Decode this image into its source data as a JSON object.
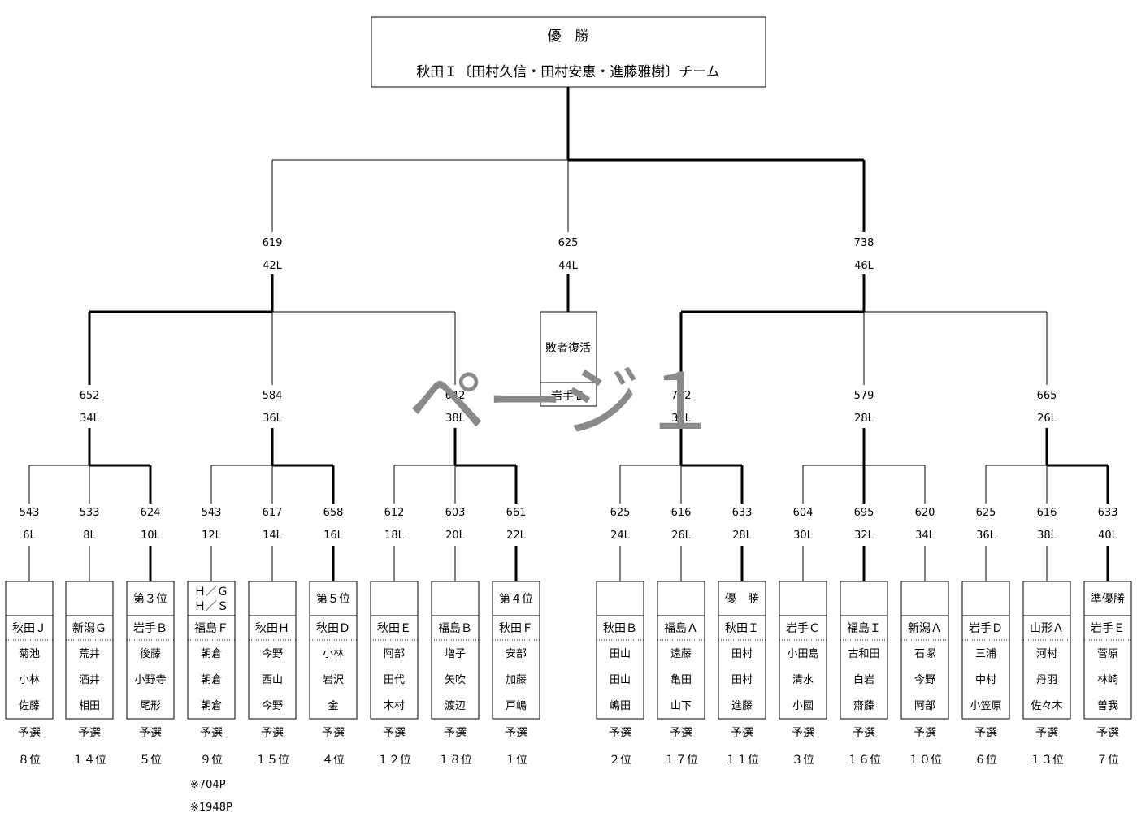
{
  "champion": {
    "title": "優　勝",
    "team": "秋田Ｉ〔田村久信・田村安恵・進藤雅樹〕チーム"
  },
  "final_matches": [
    {
      "score": "619",
      "lane": "42L"
    },
    {
      "score": "625",
      "lane": "44L"
    },
    {
      "score": "738",
      "lane": "46L"
    }
  ],
  "revival": {
    "label": "敗者復活",
    "team": "岩手Ｅ"
  },
  "semi_matches": [
    {
      "score": "652",
      "lane": "34L"
    },
    {
      "score": "584",
      "lane": "36L"
    },
    {
      "score": "642",
      "lane": "38L"
    },
    {
      "score": "772",
      "lane": "30L"
    },
    {
      "score": "579",
      "lane": "28L"
    },
    {
      "score": "665",
      "lane": "26L"
    }
  ],
  "teams": [
    {
      "score": "543",
      "lane": "6L",
      "title": "",
      "name": "秋田Ｊ",
      "members": [
        "菊池",
        "小林",
        "佐藤"
      ],
      "qual_label": "予選",
      "qual_rank": "８位"
    },
    {
      "score": "533",
      "lane": "8L",
      "title": "",
      "name": "新潟Ｇ",
      "members": [
        "荒井",
        "酒井",
        "相田"
      ],
      "qual_label": "予選",
      "qual_rank": "１４位"
    },
    {
      "score": "624",
      "lane": "10L",
      "title": "第３位",
      "name": "岩手Ｂ",
      "members": [
        "後藤",
        "小野寺",
        "尾形"
      ],
      "qual_label": "予選",
      "qual_rank": "５位"
    },
    {
      "score": "543",
      "lane": "12L",
      "title": "Ｈ／Ｇ|Ｈ／Ｓ",
      "name": "福島Ｆ",
      "members": [
        "朝倉",
        "朝倉",
        "朝倉"
      ],
      "qual_label": "予選",
      "qual_rank": "９位"
    },
    {
      "score": "617",
      "lane": "14L",
      "title": "",
      "name": "秋田Ｈ",
      "members": [
        "今野",
        "西山",
        "今野"
      ],
      "qual_label": "予選",
      "qual_rank": "１５位"
    },
    {
      "score": "658",
      "lane": "16L",
      "title": "第５位",
      "name": "秋田Ｄ",
      "members": [
        "小林",
        "岩沢",
        "金"
      ],
      "qual_label": "予選",
      "qual_rank": "４位"
    },
    {
      "score": "612",
      "lane": "18L",
      "title": "",
      "name": "秋田Ｅ",
      "members": [
        "阿部",
        "田代",
        "木村"
      ],
      "qual_label": "予選",
      "qual_rank": "１２位"
    },
    {
      "score": "603",
      "lane": "20L",
      "title": "",
      "name": "福島Ｂ",
      "members": [
        "増子",
        "矢吹",
        "渡辺"
      ],
      "qual_label": "予選",
      "qual_rank": "１８位"
    },
    {
      "score": "661",
      "lane": "22L",
      "title": "第４位",
      "name": "秋田Ｆ",
      "members": [
        "安部",
        "加藤",
        "戸嶋"
      ],
      "qual_label": "予選",
      "qual_rank": "１位"
    },
    {
      "score": "625",
      "lane": "24L",
      "title": "",
      "name": "秋田Ｂ",
      "members": [
        "田山",
        "田山",
        "嶋田"
      ],
      "qual_label": "予選",
      "qual_rank": "２位"
    },
    {
      "score": "616",
      "lane": "26L",
      "title": "",
      "name": "福島Ａ",
      "members": [
        "遠藤",
        "亀田",
        "山下"
      ],
      "qual_label": "予選",
      "qual_rank": "１７位"
    },
    {
      "score": "633",
      "lane": "28L",
      "title": "優　勝",
      "name": "秋田Ｉ",
      "members": [
        "田村",
        "田村",
        "進藤"
      ],
      "qual_label": "予選",
      "qual_rank": "１１位"
    },
    {
      "score": "604",
      "lane": "30L",
      "title": "",
      "name": "岩手Ｃ",
      "members": [
        "小田島",
        "清水",
        "小國"
      ],
      "qual_label": "予選",
      "qual_rank": "３位"
    },
    {
      "score": "695",
      "lane": "32L",
      "title": "",
      "name": "福島Ｉ",
      "members": [
        "古和田",
        "白岩",
        "齋藤"
      ],
      "qual_label": "予選",
      "qual_rank": "１６位"
    },
    {
      "score": "620",
      "lane": "34L",
      "title": "",
      "name": "新潟Ａ",
      "members": [
        "石塚",
        "今野",
        "阿部"
      ],
      "qual_label": "予選",
      "qual_rank": "１０位"
    },
    {
      "score": "625",
      "lane": "36L",
      "title": "",
      "name": "岩手Ｄ",
      "members": [
        "三浦",
        "中村",
        "小笠原"
      ],
      "qual_label": "予選",
      "qual_rank": "６位"
    },
    {
      "score": "616",
      "lane": "38L",
      "title": "",
      "name": "山形Ａ",
      "members": [
        "河村",
        "丹羽",
        "佐々木"
      ],
      "qual_label": "予選",
      "qual_rank": "１３位"
    },
    {
      "score": "633",
      "lane": "40L",
      "title": "準優勝",
      "name": "岩手Ｅ",
      "members": [
        "菅原",
        "林崎",
        "曽我"
      ],
      "qual_label": "予選",
      "qual_rank": "７位"
    }
  ],
  "notes": [
    "※704P",
    "※1948P"
  ],
  "watermark": "ページ１"
}
